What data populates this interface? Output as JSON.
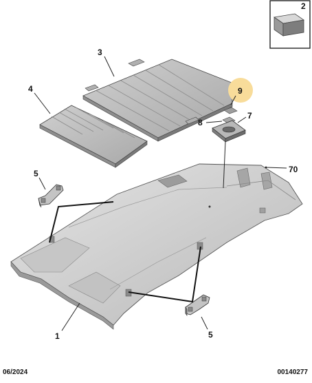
{
  "callouts": {
    "part_1": "1",
    "part_2": "2",
    "part_3": "3",
    "part_4": "4",
    "part_5_left": "5",
    "part_5_right": "5",
    "part_7": "7",
    "part_8": "8",
    "part_9": "9",
    "part_70": "70"
  },
  "footer": {
    "date": "06/2024",
    "reference": "00140277"
  },
  "colors": {
    "highlight": "#f8dc9a",
    "part_fill_light": "#d6d6d6",
    "part_fill_mid": "#bdbdbd",
    "part_fill_dark": "#8a8a8a",
    "outline": "#333333"
  }
}
